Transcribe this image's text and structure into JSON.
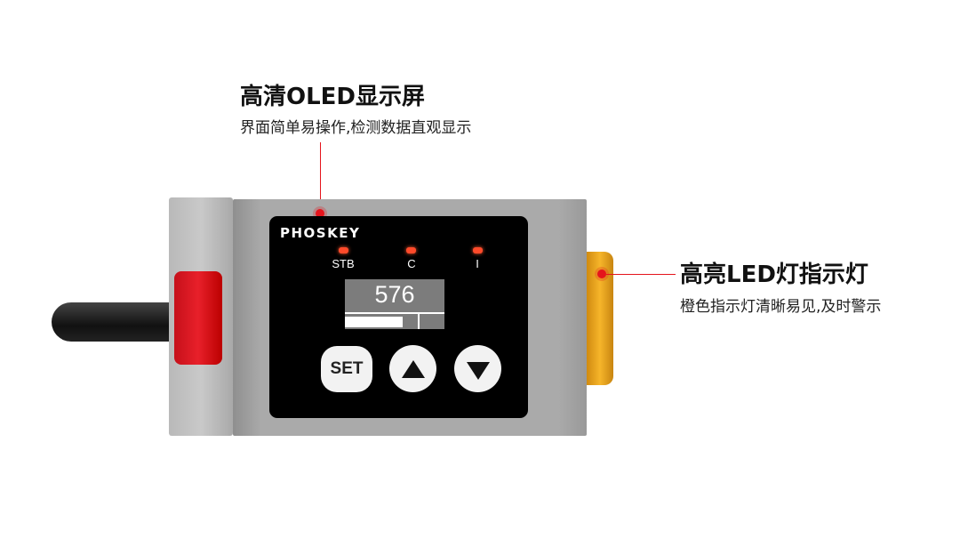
{
  "callouts": [
    {
      "title": "高清OLED显示屏",
      "subtitle": "界面简单易操作,检测数据直观显示"
    },
    {
      "title": "高亮LED灯指示灯",
      "subtitle": "橙色指示灯清晰易见,及时警示"
    }
  ],
  "device": {
    "brand": "PHOSKEY",
    "indicators": [
      "STB",
      "C",
      "I"
    ],
    "display_value": "576",
    "bar_fill_fraction": 0.58,
    "buttons": {
      "set": "SET",
      "up": "up-arrow",
      "down": "down-arrow"
    },
    "colors": {
      "accent": "#e5141c",
      "lamp": "#f2a81d",
      "body": "#a9a9a9",
      "panel": "#000000"
    }
  }
}
